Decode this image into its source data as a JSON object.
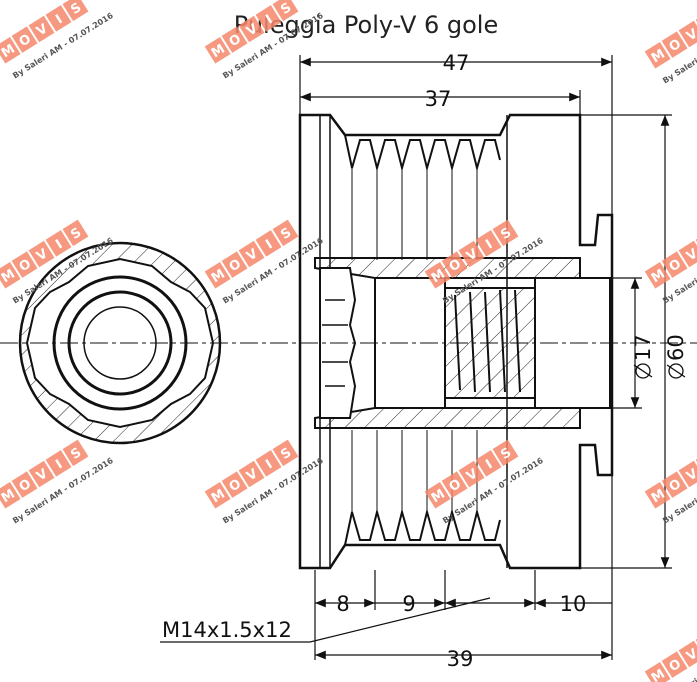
{
  "title": "Puleggia Poly-V 6 gole",
  "dimensions": {
    "overall_width": "47",
    "body_width": "37",
    "outer_diameter": "60",
    "bore_diameter": "17",
    "segment_a": "8",
    "segment_b": "9",
    "segment_c": "10",
    "thread_length": "39",
    "thread_callout": "M14x1.5x12"
  },
  "watermark": {
    "brand": "MOVIS",
    "credit": "By Saleri AM - 07.07.2016",
    "color": "#f4876a"
  }
}
